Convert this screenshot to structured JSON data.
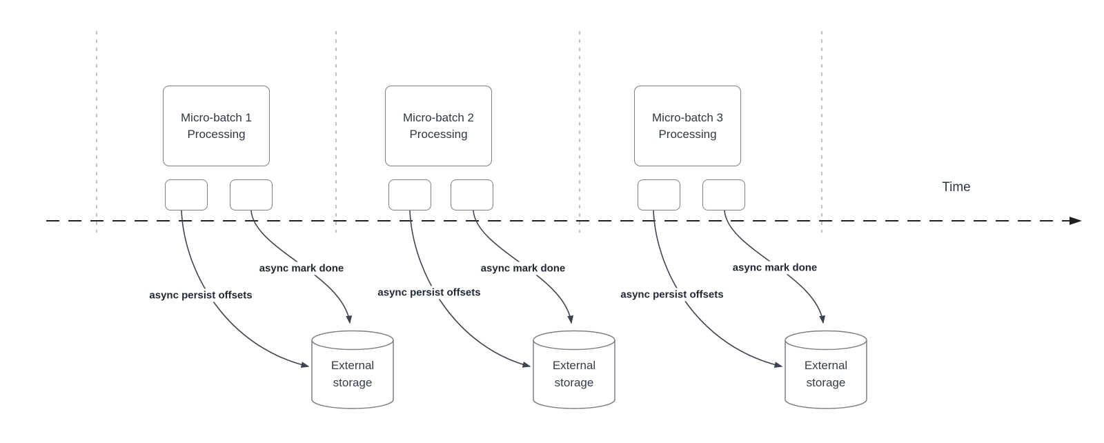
{
  "diagram": {
    "time_axis_label": "Time",
    "batches": [
      {
        "title": "Micro-batch 1\nProcessing",
        "persist_label": "async persist offsets",
        "done_label": "async mark done",
        "storage_label": "External\nstorage"
      },
      {
        "title": "Micro-batch 2\nProcessing",
        "persist_label": "async persist offsets",
        "done_label": "async mark done",
        "storage_label": "External\nstorage"
      },
      {
        "title": "Micro-batch 3\nProcessing",
        "persist_label": "async persist offsets",
        "done_label": "async mark done",
        "storage_label": "External\nstorage"
      }
    ],
    "colors": {
      "background": "#ffffff",
      "shape_border": "#7a7f88",
      "shape_text": "#2f3744",
      "edge_label_text": "#1f2733",
      "arrow_line": "#3d4450",
      "time_axis_line": "#1f1f1f",
      "batch_boundary_line": "#b0b3b8"
    }
  }
}
